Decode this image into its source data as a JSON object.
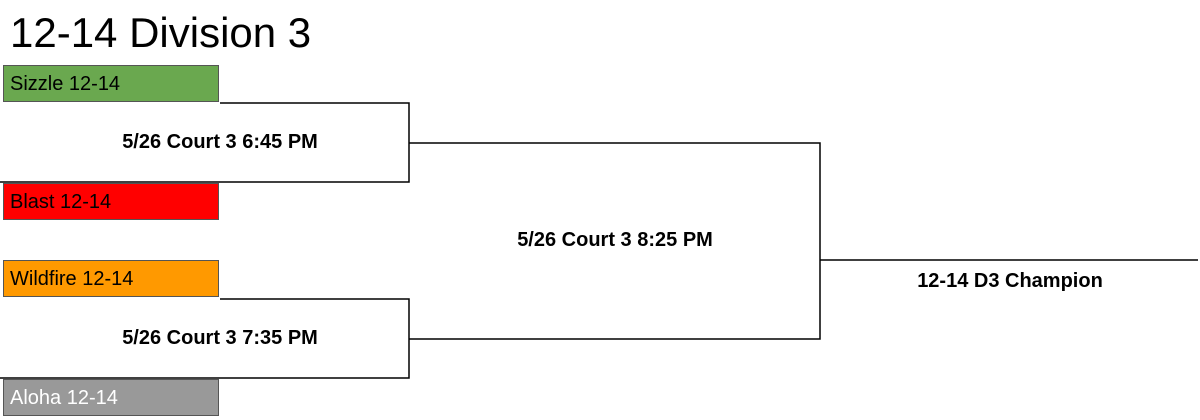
{
  "title": "12-14 Division 3",
  "teams": {
    "sizzle": {
      "label": "Sizzle 12-14",
      "color": "#6aa84f"
    },
    "blast": {
      "label": "Blast 12-14",
      "color": "#ff0000"
    },
    "wildfire": {
      "label": "Wildfire 12-14",
      "color": "#ff9900"
    },
    "aloha": {
      "label": "Aloha 12-14",
      "color": "#999999"
    }
  },
  "games": {
    "game1": "5/26 Court 3 6:45 PM",
    "game2": "5/26 Court 3 7:35 PM",
    "final": "5/26 Court 3 8:25 PM"
  },
  "champion": "12-14 D3 Champion"
}
